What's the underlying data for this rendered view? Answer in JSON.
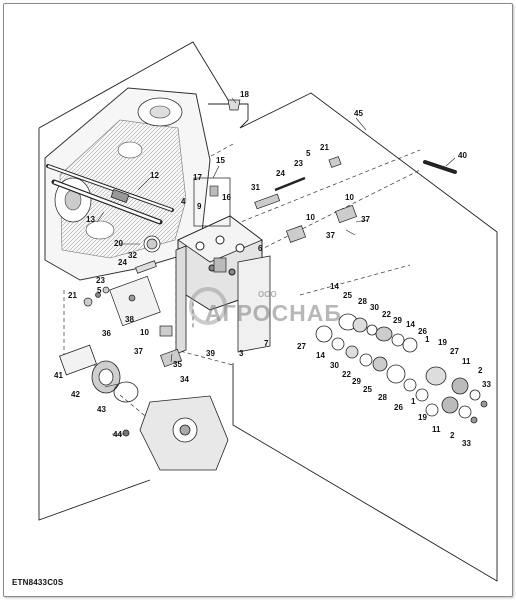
{
  "diagram": {
    "code": "ETN8433C0S",
    "labels": [
      {
        "id": "l18",
        "text": "18"
      },
      {
        "id": "l45",
        "text": "45"
      },
      {
        "id": "l15",
        "text": "15"
      },
      {
        "id": "l12",
        "text": "12"
      },
      {
        "id": "l21a",
        "text": "21"
      },
      {
        "id": "l5a",
        "text": "5"
      },
      {
        "id": "l23a",
        "text": "23"
      },
      {
        "id": "l40",
        "text": "40"
      },
      {
        "id": "l24a",
        "text": "24"
      },
      {
        "id": "l31",
        "text": "31"
      },
      {
        "id": "l17",
        "text": "17"
      },
      {
        "id": "l16",
        "text": "16"
      },
      {
        "id": "l9",
        "text": "9"
      },
      {
        "id": "l4",
        "text": "4"
      },
      {
        "id": "l13",
        "text": "13"
      },
      {
        "id": "l10a",
        "text": "10"
      },
      {
        "id": "l10b",
        "text": "10"
      },
      {
        "id": "l37a",
        "text": "37"
      },
      {
        "id": "l37b",
        "text": "37"
      },
      {
        "id": "l20",
        "text": "20"
      },
      {
        "id": "l6",
        "text": "6"
      },
      {
        "id": "l24b",
        "text": "24"
      },
      {
        "id": "l32",
        "text": "32"
      },
      {
        "id": "l21b",
        "text": "21"
      },
      {
        "id": "l23b",
        "text": "23"
      },
      {
        "id": "l5b",
        "text": "5"
      },
      {
        "id": "l36",
        "text": "36"
      },
      {
        "id": "l38",
        "text": "38"
      },
      {
        "id": "l10c",
        "text": "10"
      },
      {
        "id": "l37c",
        "text": "37"
      },
      {
        "id": "l39",
        "text": "39"
      },
      {
        "id": "l3",
        "text": "3"
      },
      {
        "id": "l7",
        "text": "7"
      },
      {
        "id": "l34",
        "text": "34"
      },
      {
        "id": "l35",
        "text": "35"
      },
      {
        "id": "l41",
        "text": "41"
      },
      {
        "id": "l42",
        "text": "42"
      },
      {
        "id": "l43",
        "text": "43"
      },
      {
        "id": "l44",
        "text": "44"
      },
      {
        "id": "l14a",
        "text": "14"
      },
      {
        "id": "l25a",
        "text": "25"
      },
      {
        "id": "l28a",
        "text": "28"
      },
      {
        "id": "l30a",
        "text": "30"
      },
      {
        "id": "l22a",
        "text": "22"
      },
      {
        "id": "l29a",
        "text": "29"
      },
      {
        "id": "l14b",
        "text": "14"
      },
      {
        "id": "l26a",
        "text": "26"
      },
      {
        "id": "l1a",
        "text": "1"
      },
      {
        "id": "l19a",
        "text": "19"
      },
      {
        "id": "l27a",
        "text": "27"
      },
      {
        "id": "l11a",
        "text": "11"
      },
      {
        "id": "l2a",
        "text": "2"
      },
      {
        "id": "l33a",
        "text": "33"
      },
      {
        "id": "l27b",
        "text": "27"
      },
      {
        "id": "l14c",
        "text": "14"
      },
      {
        "id": "l30b",
        "text": "30"
      },
      {
        "id": "l22b",
        "text": "22"
      },
      {
        "id": "l29b",
        "text": "29"
      },
      {
        "id": "l25b",
        "text": "25"
      },
      {
        "id": "l28b",
        "text": "28"
      },
      {
        "id": "l26b",
        "text": "26"
      },
      {
        "id": "l1b",
        "text": "1"
      },
      {
        "id": "l19b",
        "text": "19"
      },
      {
        "id": "l11b",
        "text": "11"
      },
      {
        "id": "l2b",
        "text": "2"
      },
      {
        "id": "l33b",
        "text": "33"
      }
    ]
  },
  "watermark": {
    "title": "АГРОСНАБ",
    "sub": "ООО"
  }
}
